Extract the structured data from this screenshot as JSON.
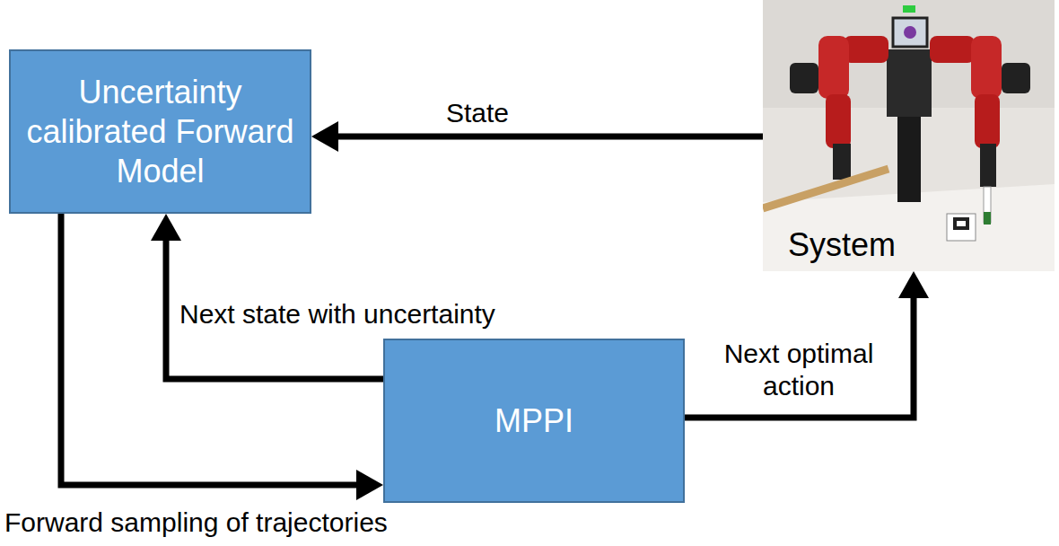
{
  "diagram": {
    "nodes": [
      {
        "text": [
          "Uncertainty calibrated Forward Model"
        ]
      },
      {
        "text": [
          "MPPI"
        ]
      },
      {
        "text": [
          "System"
        ]
      }
    ],
    "edges": [
      {
        "from": 2,
        "to": 0,
        "arrow": "to",
        "label": "State"
      },
      {
        "from": 1,
        "to": 0,
        "arrow": "to",
        "label": "Next state with uncertainty"
      },
      {
        "from": 0,
        "to": 1,
        "arrow": "to",
        "label": "Forward sampling of trajectories"
      },
      {
        "from": 1,
        "to": 2,
        "arrow": "to",
        "label": "Next optimal action"
      }
    ]
  }
}
